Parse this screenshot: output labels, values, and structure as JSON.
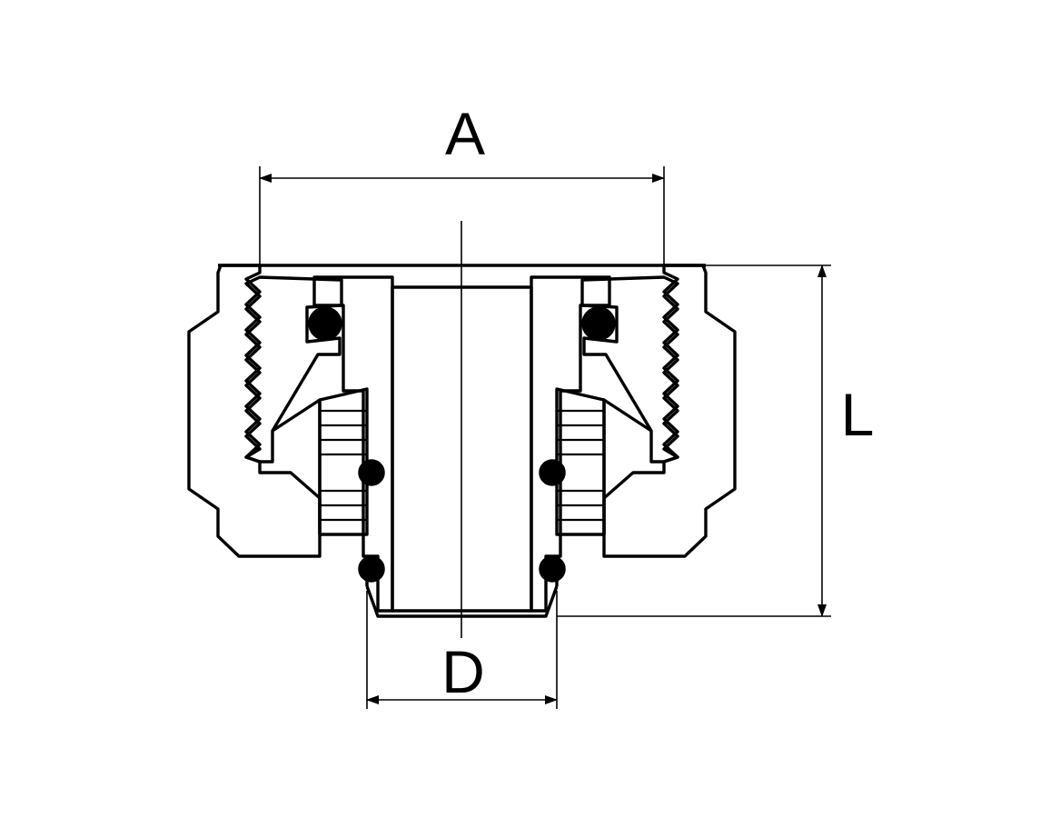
{
  "dimensions": {
    "width_label": "A",
    "length_label": "L",
    "diameter_label": "D"
  },
  "colors": {
    "line": "#000000",
    "background": "#ffffff"
  }
}
